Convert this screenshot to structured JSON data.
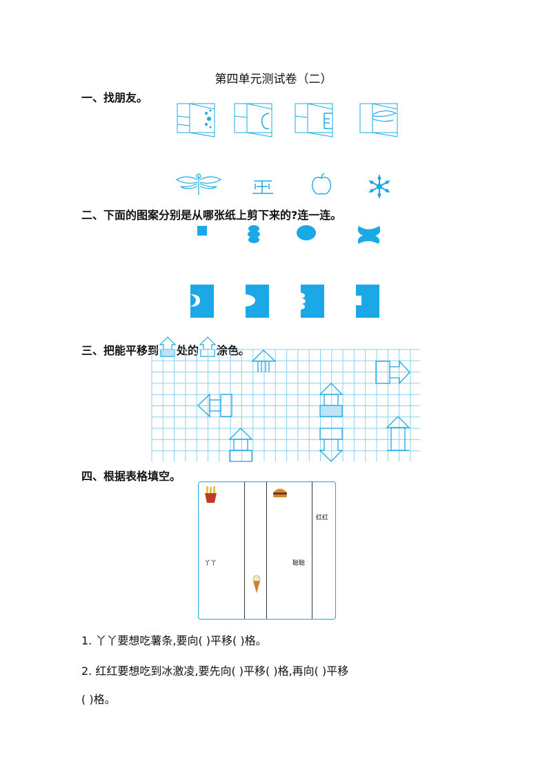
{
  "title": "第四单元测试卷（二）",
  "sections": {
    "s1": {
      "heading": "一、找朋友。"
    },
    "s2": {
      "heading": "二、下面的图案分别是从哪张纸上剪下来的?连一连。"
    },
    "s3": {
      "heading_before": "三、把能平移到",
      "heading_middle": "处的",
      "heading_after": "涂色。"
    },
    "s4": {
      "heading": "四、根据表格填空。",
      "labels": {
        "yaya": "丫丫",
        "honghong": "红红",
        "congcong": "聪聪"
      },
      "q1": "1.  丫丫要想吃薯条,要向(        )平移(        )格。",
      "q2_line1": "2.  红红要想吃到冰激凌,要先向(        )平移(        )格,再向(        )平移",
      "q2_line2": "(        )格。"
    }
  },
  "colors": {
    "accent": "#1ba8e6",
    "light_fill": "#bfe4f7",
    "grid": "#8ad0ee"
  },
  "icons": [
    "snowflake-icon",
    "apple-icon",
    "dragonfly-icon",
    "fries-icon",
    "burger-icon",
    "ice-cream-icon"
  ]
}
